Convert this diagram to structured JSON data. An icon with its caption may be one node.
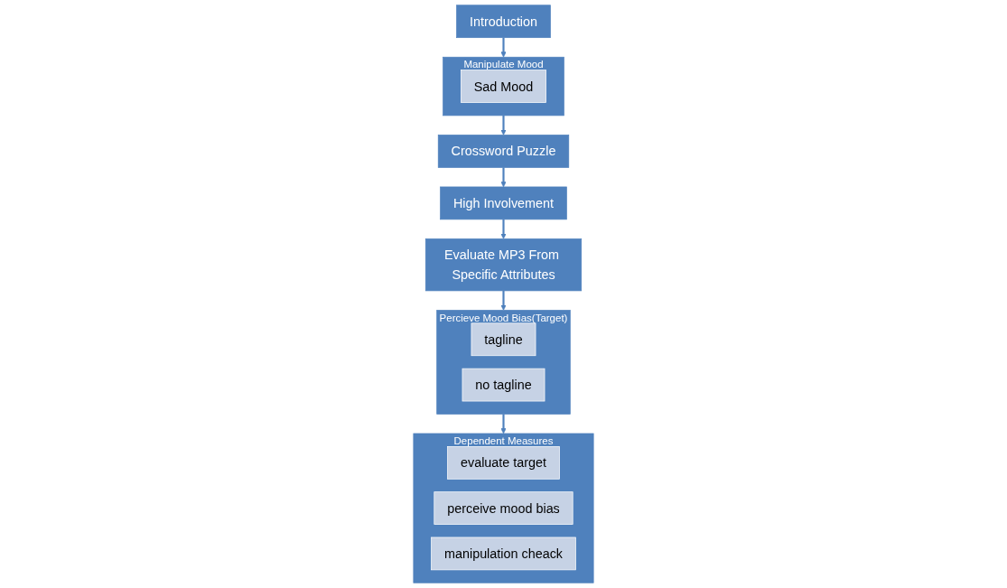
{
  "diagram": {
    "nodes": [
      {
        "text": [
          "Introduction"
        ]
      },
      {
        "text": [
          "Manipulate Mood"
        ]
      },
      {
        "text": [
          "Sad Mood"
        ],
        "in": 1
      },
      {
        "text": [
          "Crossword Puzzle"
        ]
      },
      {
        "text": [
          "High Involvement"
        ]
      },
      {
        "text": [
          "Evaluate MP3 From Specific Attributes"
        ]
      },
      {
        "text": [
          "Percieve Mood Bias(Target)"
        ]
      },
      {
        "text": [
          "tagline"
        ],
        "in": 6
      },
      {
        "text": [
          "no tagline"
        ],
        "in": 6
      },
      {
        "text": [
          "Dependent Measures"
        ]
      },
      {
        "text": [
          "evaluate target"
        ],
        "in": 9
      },
      {
        "text": [
          "perceive mood bias"
        ],
        "in": 9
      },
      {
        "text": [
          "manipulation cheack"
        ],
        "in": 9
      }
    ],
    "edges": [
      {
        "from": 0,
        "to": 1,
        "arrow": "to"
      },
      {
        "from": 1,
        "to": 3,
        "arrow": "to"
      },
      {
        "from": 3,
        "to": 4,
        "arrow": "to"
      },
      {
        "from": 4,
        "to": 5,
        "arrow": "to"
      },
      {
        "from": 5,
        "to": 6,
        "arrow": "to"
      },
      {
        "from": 6,
        "to": 9,
        "arrow": "to"
      }
    ]
  }
}
